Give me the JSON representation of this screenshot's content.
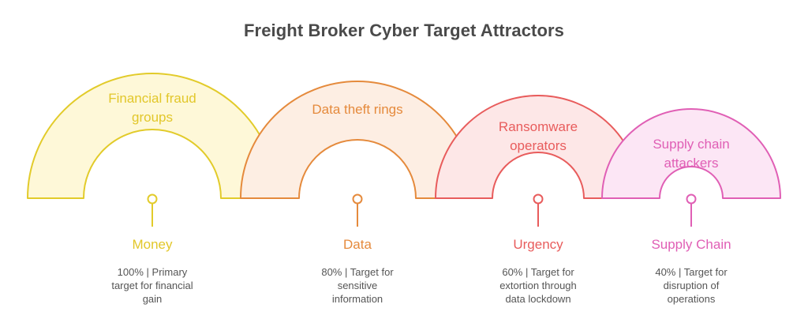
{
  "title": "Freight Broker Cyber Target Attractors",
  "items": [
    {
      "arc_label_lines": [
        "Financial fraud",
        "groups"
      ],
      "category": "Money",
      "percent": 100,
      "description_lines": [
        "100% | Primary",
        "target for financial",
        "gain"
      ],
      "stroke": "#E2CB2A",
      "fill": "#FEF8D8",
      "text_color": "#E2C72A"
    },
    {
      "arc_label_lines": [
        "Data theft rings"
      ],
      "category": "Data",
      "percent": 80,
      "description_lines": [
        "80% | Target for",
        "sensitive",
        "information"
      ],
      "stroke": "#E58A3C",
      "fill": "#FDEEE3",
      "text_color": "#E58A3C"
    },
    {
      "arc_label_lines": [
        "Ransomware",
        "operators"
      ],
      "category": "Urgency",
      "percent": 60,
      "description_lines": [
        "60% | Target for",
        "extortion through",
        "data lockdown"
      ],
      "stroke": "#E85C5C",
      "fill": "#FDE7E7",
      "text_color": "#E85C5C"
    },
    {
      "arc_label_lines": [
        "Supply chain",
        "attackers"
      ],
      "category": "Supply Chain",
      "percent": 40,
      "description_lines": [
        "40% | Target for",
        "disruption of",
        "operations"
      ],
      "stroke": "#E05FB5",
      "fill": "#FCE6F5",
      "text_color": "#E05FB5"
    }
  ]
}
